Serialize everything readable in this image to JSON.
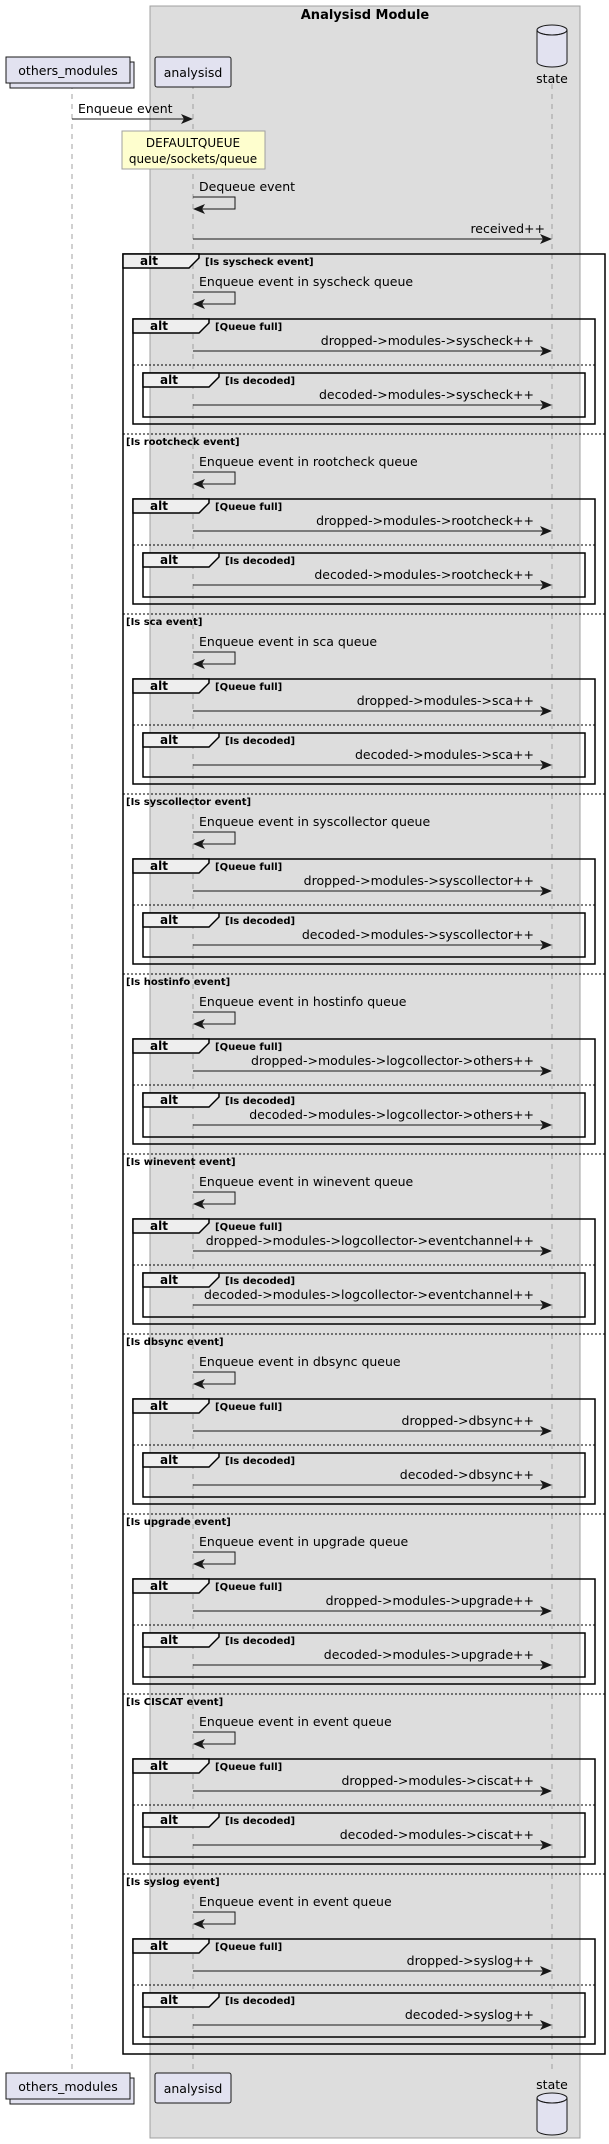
{
  "title": "Analysisd Module",
  "participants": {
    "others": "others_modules",
    "analysisd": "analysisd",
    "state": "state"
  },
  "enqueue_label": "Enqueue event",
  "note": {
    "line1": "DEFAULTQUEUE",
    "line2": "queue/sockets/queue"
  },
  "dequeue_label": "Dequeue event",
  "received_label": "received++",
  "outer_alt": "alt",
  "inner_alt_label": "alt",
  "queue_full_label": "[Queue full]",
  "is_decoded_label": "[Is decoded]",
  "sections": [
    {
      "cond": "[Is syscheck event]",
      "enqueue": "Enqueue event in syscheck queue",
      "dropped": "dropped->modules->syscheck++",
      "decoded": "decoded->modules->syscheck++"
    },
    {
      "cond": "[Is rootcheck event]",
      "enqueue": "Enqueue event in rootcheck queue",
      "dropped": "dropped->modules->rootcheck++",
      "decoded": "decoded->modules->rootcheck++"
    },
    {
      "cond": "[Is sca event]",
      "enqueue": "Enqueue event in sca queue",
      "dropped": "dropped->modules->sca++",
      "decoded": "decoded->modules->sca++"
    },
    {
      "cond": "[Is syscollector event]",
      "enqueue": "Enqueue event in syscollector queue",
      "dropped": "dropped->modules->syscollector++",
      "decoded": "decoded->modules->syscollector++"
    },
    {
      "cond": "[Is hostinfo event]",
      "enqueue": "Enqueue event in hostinfo queue",
      "dropped": "dropped->modules->logcollector->others++",
      "decoded": "decoded->modules->logcollector->others++"
    },
    {
      "cond": "[Is winevent event]",
      "enqueue": "Enqueue event in winevent queue",
      "dropped": "dropped->modules->logcollector->eventchannel++",
      "decoded": "decoded->modules->logcollector->eventchannel++"
    },
    {
      "cond": "[Is dbsync event]",
      "enqueue": "Enqueue event in dbsync queue",
      "dropped": "dropped->dbsync++",
      "decoded": "decoded->dbsync++"
    },
    {
      "cond": "[Is upgrade event]",
      "enqueue": "Enqueue event in upgrade queue",
      "dropped": "dropped->modules->upgrade++",
      "decoded": "decoded->modules->upgrade++"
    },
    {
      "cond": "[Is CISCAT event]",
      "enqueue": "Enqueue event in event queue",
      "dropped": "dropped->modules->ciscat++",
      "decoded": "decoded->modules->ciscat++"
    },
    {
      "cond": "[Is syslog event]",
      "enqueue": "Enqueue event in event queue",
      "dropped": "dropped->syslog++",
      "decoded": "decoded->syslog++"
    }
  ]
}
